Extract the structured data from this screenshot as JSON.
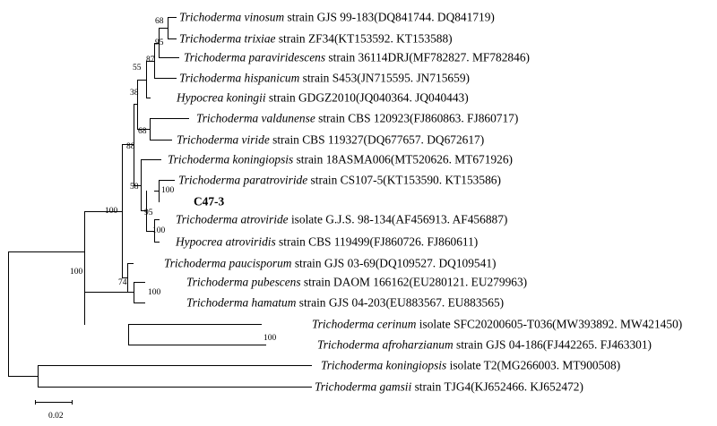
{
  "figure": {
    "scale_bar": {
      "label": "0.02"
    },
    "taxa": [
      {
        "genus": "Trichoderma",
        "species": "vinosum",
        "rank": "strain",
        "strain": "GJS 99-183",
        "accessions": "(DQ841744. DQ841719)"
      },
      {
        "genus": "Trichoderma",
        "species": "trixiae",
        "rank": "strain",
        "strain": "ZF34",
        "accessions": "(KT153592. KT153588)"
      },
      {
        "genus": "Trichoderma",
        "species": "paraviridescens",
        "rank": "strain",
        "strain": "36114DRJ",
        "accessions": "(MF782827. MF782846)"
      },
      {
        "genus": "Trichoderma",
        "species": "hispanicum",
        "rank": "strain",
        "strain": "S453",
        "accessions": "(JN715595. JN715659)"
      },
      {
        "genus": "Hypocrea",
        "species": "koningii",
        "rank": "strain",
        "strain": "GDGZ2010",
        "accessions": "(JQ040364. JQ040443)"
      },
      {
        "genus": "Trichoderma",
        "species": "valdunense",
        "rank": "strain",
        "strain": "CBS 120923",
        "accessions": "(FJ860863. FJ860717)"
      },
      {
        "genus": "Trichoderma",
        "species": "viride",
        "rank": "strain",
        "strain": "CBS 119327",
        "accessions": "(DQ677657. DQ672617)"
      },
      {
        "genus": "Trichoderma",
        "species": "koningiopsis",
        "rank": "strain",
        "strain": "18ASMA006",
        "accessions": "(MT520626. MT671926)"
      },
      {
        "genus": "Trichoderma",
        "species": "paratroviride",
        "rank": "strain",
        "strain": "CS107-5",
        "accessions": "(KT153590. KT153586)"
      },
      {
        "genus": "",
        "species": "",
        "rank": "",
        "strain": "C47-3",
        "accessions": ""
      },
      {
        "genus": "Trichoderma",
        "species": "atroviride",
        "rank": "isolate",
        "strain": "G.J.S. 98-134",
        "accessions": "(AF456913. AF456887)"
      },
      {
        "genus": "Hypocrea",
        "species": "atroviridis",
        "rank": "strain",
        "strain": "CBS 119499",
        "accessions": "(FJ860726. FJ860611)"
      },
      {
        "genus": "Trichoderma",
        "species": "paucisporum",
        "rank": "strain",
        "strain": "GJS 03-69",
        "accessions": "(DQ109527. DQ109541)"
      },
      {
        "genus": "Trichoderma",
        "species": "pubescens",
        "rank": "strain",
        "strain": "DAOM 166162",
        "accessions": "(EU280121. EU279963)"
      },
      {
        "genus": "Trichoderma",
        "species": "hamatum",
        "rank": "strain",
        "strain": "GJS 04-203",
        "accessions": "(EU883567. EU883565)"
      },
      {
        "genus": "Trichoderma",
        "species": "cerinum",
        "rank": "isolate",
        "strain": "SFC20200605-T036",
        "accessions": "(MW393892. MW421450)"
      },
      {
        "genus": "Trichoderma",
        "species": "afroharzianum",
        "rank": "strain",
        "strain": "GJS 04-186",
        "accessions": "(FJ442265. FJ463301)"
      },
      {
        "genus": "Trichoderma",
        "species": "koningiopsis",
        "rank": "isolate",
        "strain": "T2",
        "accessions": "(MG266003. MT900508)"
      },
      {
        "genus": "Trichoderma",
        "species": "gamsii",
        "rank": "strain",
        "strain": "TJG4",
        "accessions": "(KJ652466. KJ652472)"
      }
    ],
    "bootstrap_values": [
      "68",
      "95",
      "87",
      "55",
      "38",
      "68",
      "88",
      "58",
      "100",
      "95",
      "100",
      "74",
      "100",
      "100",
      "100",
      "100"
    ]
  }
}
